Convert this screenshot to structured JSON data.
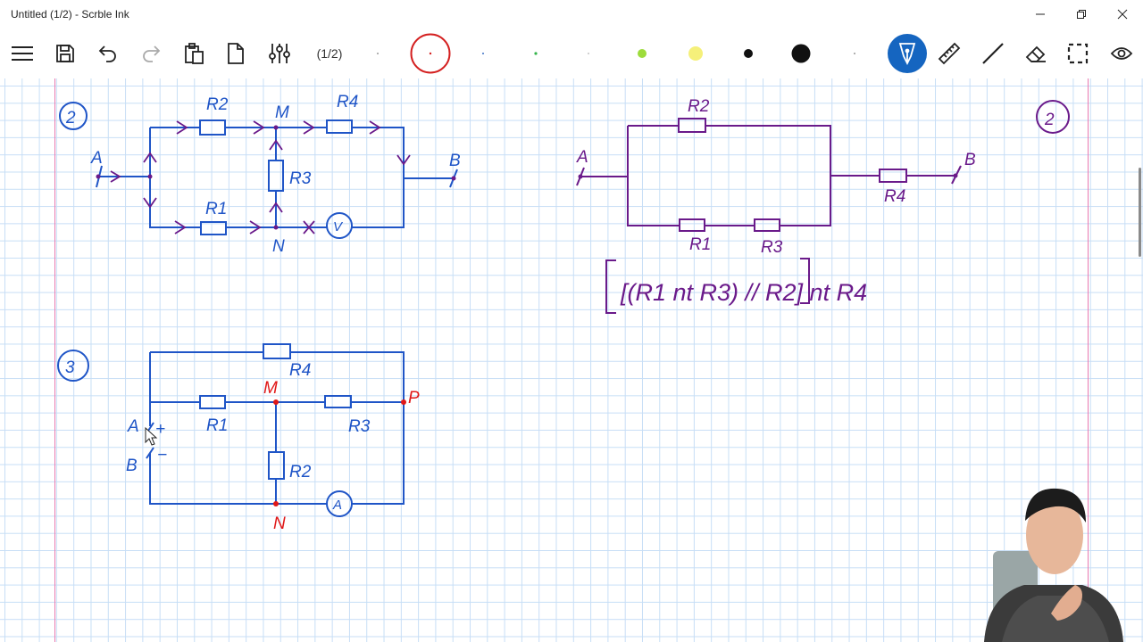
{
  "window": {
    "title": "Untitled (1/2) - Scrble Ink"
  },
  "toolbar": {
    "page_indicator": "(1/2)"
  },
  "colors": {
    "blue_ink": "#1f55c7",
    "purple_ink": "#6a1a8a",
    "red_ink": "#e01818",
    "active_pen_bg": "#1565c0",
    "margin_line": "#e97ab1",
    "grid": "#c7def6"
  },
  "pen_palette": [
    {
      "color": "#b0b0b0",
      "size": "tiny"
    },
    {
      "color": "#d42020",
      "size": "selected"
    },
    {
      "color": "#3a6fc4",
      "size": "tiny"
    },
    {
      "color": "#34b34a",
      "size": "small"
    },
    {
      "color": "#b0b0b0",
      "size": "tiny"
    },
    {
      "color": "#9ddc3c",
      "size": "medium"
    },
    {
      "color": "#f5f07a",
      "size": "large"
    },
    {
      "color": "#111111",
      "size": "medium"
    },
    {
      "color": "#111111",
      "size": "large"
    },
    {
      "color": "#b0b0b0",
      "size": "tiny"
    }
  ],
  "notes": {
    "fig2_left": {
      "number": "2",
      "labels": {
        "A": "A",
        "B": "B",
        "M": "M",
        "N": "N",
        "R1": "R1",
        "R2": "R2",
        "R3": "R3",
        "R4": "R4",
        "voltmeter": "V"
      }
    },
    "fig2_right": {
      "number": "2",
      "labels": {
        "A": "A",
        "B": "B",
        "R1": "R1",
        "R2": "R2",
        "R3": "R3",
        "R4": "R4"
      },
      "formula": "[(R1 nt R3) // R2] nt R4"
    },
    "fig3": {
      "number": "3",
      "labels": {
        "A": "A",
        "B": "B",
        "plus": "+",
        "minus": "−",
        "M": "M",
        "N": "N",
        "P": "P",
        "R1": "R1",
        "R2": "R2",
        "R3": "R3",
        "R4": "R4",
        "ammeter": "A"
      }
    }
  }
}
